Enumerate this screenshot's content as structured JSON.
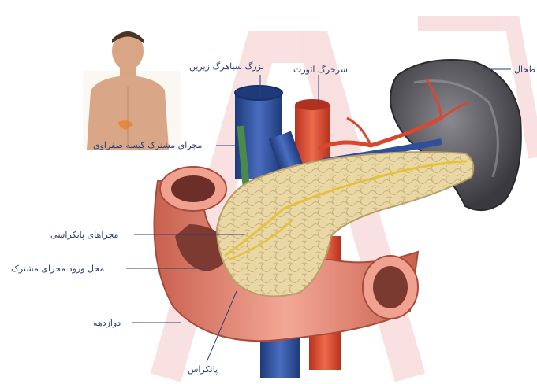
{
  "labels": {
    "ivc": "بزرگ سیاهرگ زیرین",
    "aorta": "سرخرگ آئورت",
    "spleen": "طحال",
    "common_duct": "مجرای مشترک کیسه صفراوی",
    "pancreatic_ducts": "مجراهای پانکراسی",
    "common_entry": "محل ورود مجرای مشترک",
    "duodenum": "دوازدهه",
    "pancreas": "پانکراس"
  },
  "colors": {
    "vein": "#2f4f9a",
    "artery": "#d9472f",
    "pancreas": "#e8d6a2",
    "duodenum": "#e08a7a",
    "spleen": "#5b5a60",
    "label": "#2c3e78"
  }
}
